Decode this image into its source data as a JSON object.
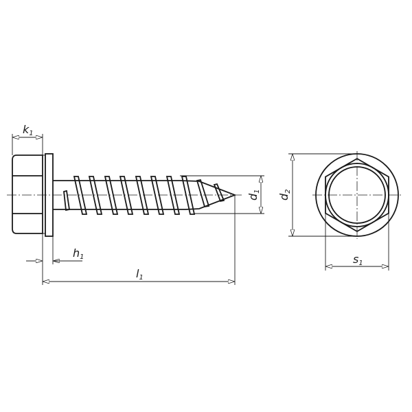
{
  "drawing": {
    "line_color": "#1a1a1a",
    "background": "#ffffff",
    "labels": {
      "k1": {
        "main": "k",
        "sub": "1"
      },
      "h1": {
        "main": "h",
        "sub": "1"
      },
      "l1": {
        "main": "l",
        "sub": "1"
      },
      "d1": {
        "main": "d",
        "sub": "1"
      },
      "d2": {
        "main": "d",
        "sub": "2"
      },
      "s1": {
        "main": "s",
        "sub": "1"
      }
    }
  }
}
